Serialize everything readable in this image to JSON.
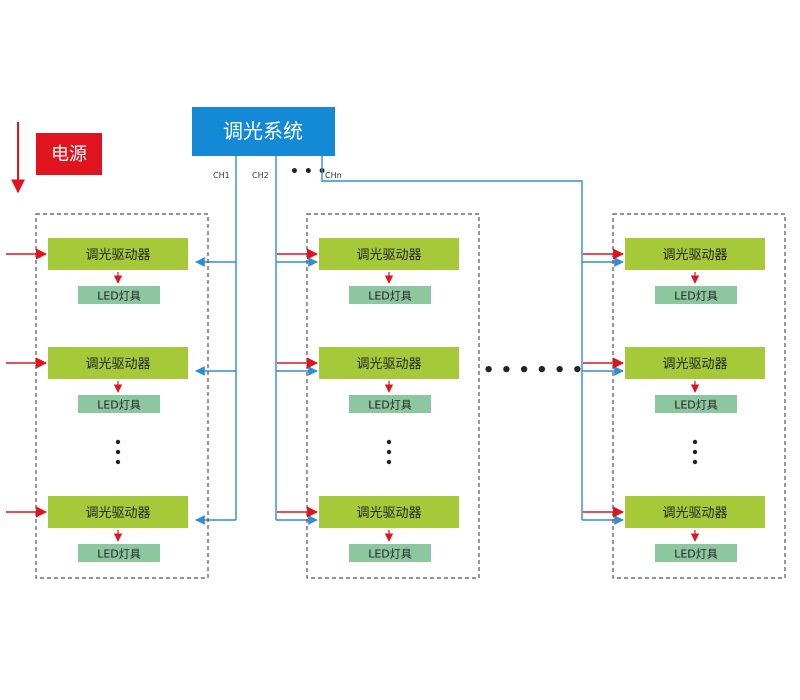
{
  "control_system": {
    "label": "调光系统",
    "color": "#1489d6"
  },
  "power": {
    "label": "电源",
    "color": "#e0141e"
  },
  "channels": [
    "CH1",
    "CH2",
    "CHn"
  ],
  "channel_more": "• • •",
  "group_more": "• • • • • •",
  "driver_label": "调光驱动器",
  "lamp_label": "LED灯具",
  "colors": {
    "driver": "#a5c939",
    "lamp": "#8dc7a0",
    "signal": "#2e8fd6",
    "power_arrow": "#e0141e",
    "frame": "#555555"
  },
  "groups": [
    {
      "name": "group-1",
      "rows": 3
    },
    {
      "name": "group-2",
      "rows": 3
    },
    {
      "name": "group-n",
      "rows": 3
    }
  ]
}
